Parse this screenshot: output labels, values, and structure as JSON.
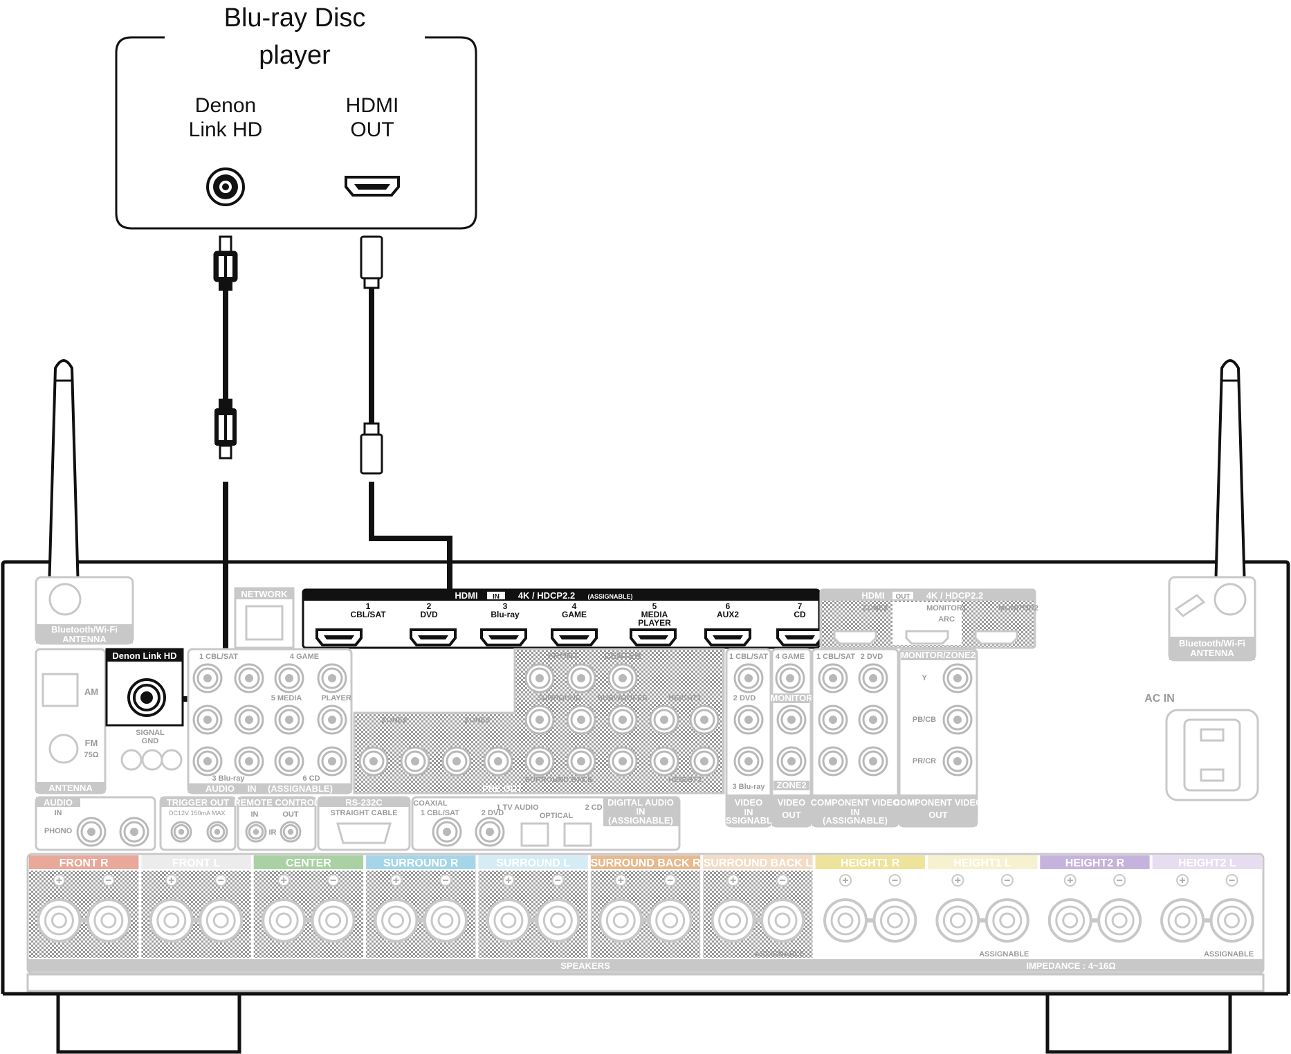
{
  "player": {
    "title_line1": "Blu-ray Disc",
    "title_line2": "player",
    "denon_link_line1": "Denon",
    "denon_link_line2": "Link HD",
    "hdmi_out_line1": "HDMI",
    "hdmi_out_line2": "OUT"
  },
  "receiver": {
    "antenna_left_label_1": "Bluetooth/Wi-Fi",
    "antenna_left_label_2": "ANTENNA",
    "antenna_right_label_1": "Bluetooth/Wi-Fi",
    "antenna_right_label_2": "ANTENNA",
    "network_label": "NETWORK",
    "denon_link_label": "Denon Link HD",
    "signal_gnd_1": "SIGNAL",
    "signal_gnd_2": "GND",
    "am_label": "AM",
    "fm_label": "FM",
    "fm_ohm": "75Ω",
    "antenna_label": "ANTENNA",
    "ac_in_label": "AC IN",
    "hdmi_in": {
      "title": "HDMI",
      "in_badge": "IN",
      "spec": "4K / HDCP2.2",
      "assignable": "(ASSIGNABLE)",
      "ports": [
        {
          "num": "1",
          "name": "CBL/SAT",
          "name2": ""
        },
        {
          "num": "2",
          "name": "DVD",
          "name2": ""
        },
        {
          "num": "3",
          "name": "Blu-ray",
          "name2": ""
        },
        {
          "num": "4",
          "name": "GAME",
          "name2": ""
        },
        {
          "num": "5",
          "name": "MEDIA",
          "name2": "PLAYER"
        },
        {
          "num": "6",
          "name": "AUX2",
          "name2": ""
        },
        {
          "num": "7",
          "name": "CD",
          "name2": ""
        }
      ]
    },
    "hdmi_out": {
      "title": "HDMI",
      "out_badge": "OUT",
      "spec": "4K / HDCP2.2",
      "zone2": "ZONE2",
      "monitor1": "MONITOR1",
      "arc": "ARC",
      "monitor2": "MONITOR2"
    },
    "audio_section": {
      "cbl_sat": "1 CBL/SAT",
      "game": "4 GAME",
      "media": "5 MEDIA",
      "player": "PLAYER",
      "bluray": "3 Blu-ray",
      "cd": "6 CD",
      "audio_label": "AUDIO",
      "in_badge": "IN",
      "assignable": "(ASSIGNABLE)"
    },
    "pre_out": {
      "front": "FRONT",
      "center": "CENTER",
      "surround": "SURROUND",
      "subwoofer": "SUBWOOFER",
      "height1": "HEIGHT1",
      "surround_back": "SURROUND BACK",
      "height2": "HEIGHT2",
      "zone2": "ZONE2",
      "zone3": "ZONE3",
      "label": "PRE OUT"
    },
    "video": {
      "cbl_sat": "1 CBL/SAT",
      "game": "4 GAME",
      "dvd": "2 DVD",
      "bluray": "3 Blu-ray",
      "monitor": "MONITOR",
      "zone2": "ZONE2",
      "video_in_label": "VIDEO",
      "video_out_label": "VIDEO",
      "in_badge": "IN",
      "out_badge": "OUT",
      "assignable": "(ASSIGNABLE)"
    },
    "component": {
      "cbl_sat": "1 CBL/SAT",
      "dvd": "2 DVD",
      "monitor_zone2": "MONITOR/ZONE2",
      "y": "Y",
      "pb": "PB/CB",
      "pr": "PR/CR",
      "in_label": "COMPONENT VIDEO",
      "out_label": "COMPONENT VIDEO",
      "in_badge": "IN",
      "out_badge": "OUT",
      "assignable": "(ASSIGNABLE)"
    },
    "bottom_row": {
      "audio": "AUDIO",
      "in_badge": "IN",
      "phono": "PHONO",
      "trigger_out": "TRIGGER OUT",
      "trigger_spec": "DC12V 150mA MAX.",
      "remote_control": "REMOTE CONTROL",
      "rc_in": "IN",
      "rc_out": "OUT",
      "ir": "IR",
      "rs232c": "RS-232C",
      "straight_cable": "STRAIGHT CABLE",
      "coaxial": "COAXIAL",
      "coax_cbl": "1 CBL/SAT",
      "coax_dvd": "2 DVD",
      "tv_audio": "1 TV AUDIO",
      "optical": "OPTICAL",
      "opt_cd": "2 CD",
      "digital_audio": "DIGITAL AUDIO",
      "digital_in": "IN",
      "digital_assignable": "(ASSIGNABLE)"
    },
    "speakers": {
      "label": "SPEAKERS",
      "impedance": "IMPEDANCE : 4~16Ω",
      "assignable": "ASSIGNABLE",
      "channels": [
        {
          "name": "FRONT",
          "side": "R",
          "color": "#e8a89a"
        },
        {
          "name": "FRONT",
          "side": "L",
          "color": "#ececec"
        },
        {
          "name": "CENTER",
          "side": "",
          "color": "#a9d1a4"
        },
        {
          "name": "SURROUND",
          "side": "R",
          "color": "#a5d5e8"
        },
        {
          "name": "SURROUND",
          "side": "L",
          "color": "#d6ecf5"
        },
        {
          "name": "SURROUND BACK",
          "side": "R",
          "color": "#e7b98f"
        },
        {
          "name": "SURROUND BACK",
          "side": "L",
          "color": "#f3dcc5"
        },
        {
          "name": "HEIGHT1",
          "side": "R",
          "color": "#eee39b"
        },
        {
          "name": "HEIGHT1",
          "side": "L",
          "color": "#f6f1cf"
        },
        {
          "name": "HEIGHT2",
          "side": "R",
          "color": "#c5b3dd"
        },
        {
          "name": "HEIGHT2",
          "side": "L",
          "color": "#e6def0"
        }
      ]
    }
  },
  "colors": {
    "line": "#111111",
    "ghost": "#c8c8c8",
    "ghost_dark": "#a9a9a9"
  }
}
